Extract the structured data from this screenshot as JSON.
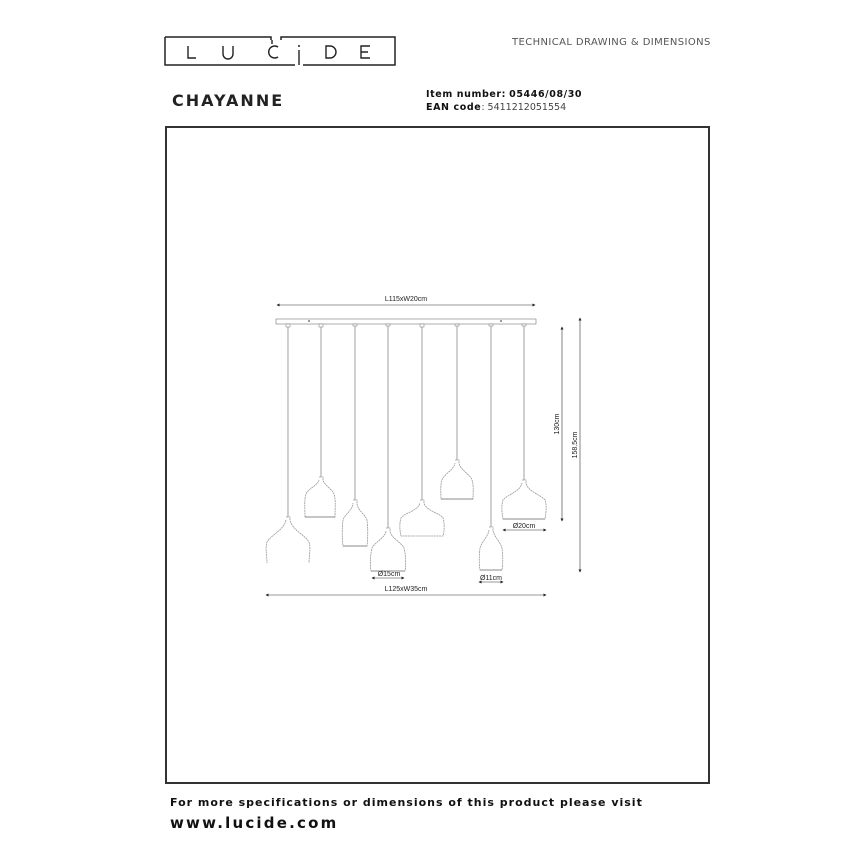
{
  "brand": {
    "logo_text": "LUCIDE"
  },
  "header": {
    "section_title": "TECHNICAL DRAWING & DIMENSIONS",
    "product_name": "CHAYANNE",
    "item_number_label": "Item number:",
    "item_number_value": "05446/08/30",
    "ean_label": "EAN code",
    "ean_value": ": 5411212051554"
  },
  "drawing": {
    "canopy_dimension": "L115xW20cm",
    "overall_dimension": "L125xW35cm",
    "height_min": "130cm",
    "height_max": "158.5cm",
    "shade_dimensions": [
      "Ø15cm",
      "Ø11cm",
      "Ø20cm"
    ],
    "pendant_count": 8
  },
  "footer": {
    "info_text": "For more specifications or dimensions of this product please visit",
    "url": "www.lucide.com"
  }
}
